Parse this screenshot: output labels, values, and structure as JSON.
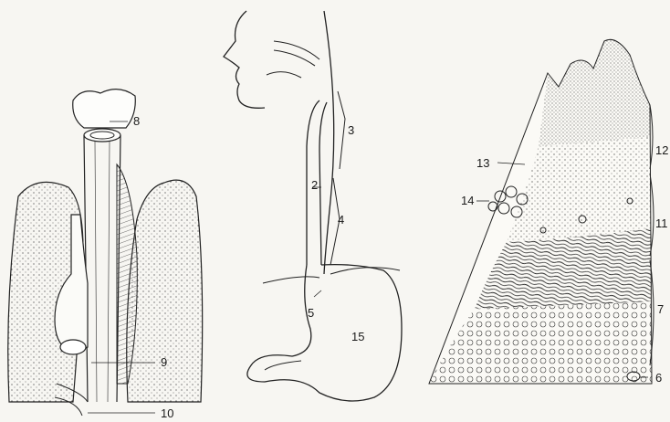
{
  "figure": {
    "panel_left": {
      "labels": [
        "8",
        "9",
        "10"
      ]
    },
    "panel_middle": {
      "labels": [
        "2",
        "3",
        "4",
        "5",
        "15"
      ]
    },
    "panel_right": {
      "labels": [
        "12",
        "13",
        "14",
        "11",
        "7",
        "6"
      ]
    }
  },
  "colors": {
    "ink": "#1a1a1a",
    "paper": "#f7f6f2"
  }
}
